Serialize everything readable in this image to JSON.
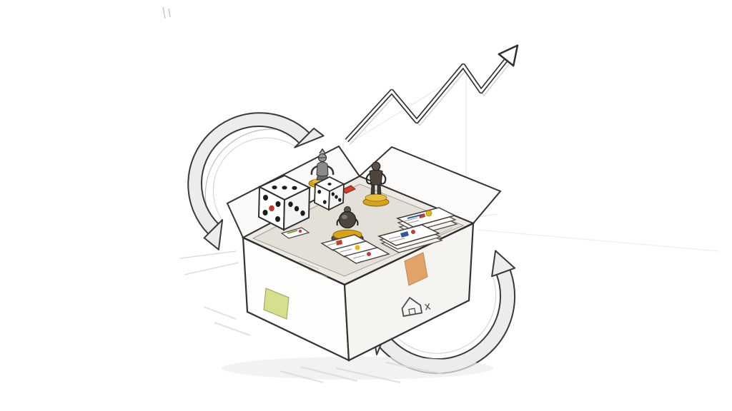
{
  "scene": {
    "background": "#ffffff",
    "description": "Pencil-sketch concept illustration: an open board game box filled with dice, miniatures and cards, encircled by two curved exchange arrows, with a rising zigzag growth arrow behind"
  },
  "palette": {
    "ink": "#2f2f2f",
    "pencil_light": "#c9c9c9",
    "arrow_fill": "#ececec",
    "pip_black": "#1c1c1c",
    "pip_red": "#c0392b",
    "base_gold": "#d7a31f",
    "base_gold_light": "#e8bc43",
    "card_blue": "#33589e",
    "card_red": "#c23b2e",
    "card_yellow": "#e3b71e",
    "meeple_green": "#7a9a3a",
    "token_red": "#cf3f2f",
    "tape_orange": "#e2a368",
    "sticker_green": "#d6df8e"
  },
  "box": {
    "stamp_text": "x"
  },
  "objects": {
    "growth_arrow": "growth-arrow",
    "cycle_arrow_left": "cycle-arrow-left",
    "cycle_arrow_right": "cycle-arrow-right",
    "container": "open-cardboard-game-box",
    "contents": [
      "large-die",
      "small-die",
      "knight-miniature",
      "warrior-miniature",
      "orb-miniature",
      "card-stack-back",
      "card-stack-mid",
      "card-spread",
      "game-tile",
      "red-token"
    ]
  }
}
